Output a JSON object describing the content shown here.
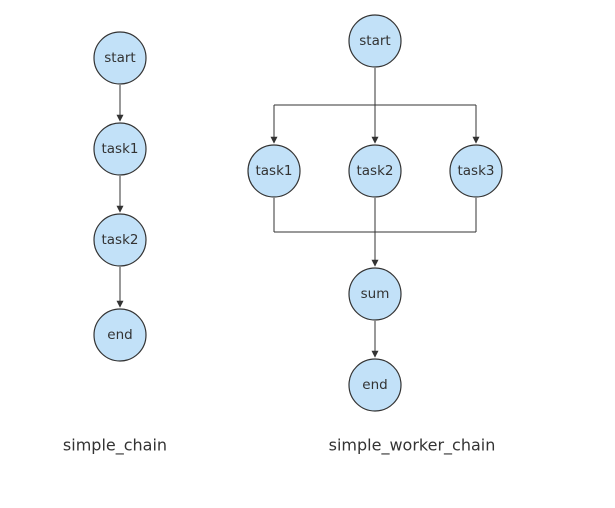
{
  "diagrams": [
    {
      "caption": "simple_chain",
      "nodes": [
        {
          "id": "start",
          "label": "start"
        },
        {
          "id": "task1",
          "label": "task1"
        },
        {
          "id": "task2",
          "label": "task2"
        },
        {
          "id": "end",
          "label": "end"
        }
      ],
      "edges": [
        {
          "from": "start",
          "to": "task1"
        },
        {
          "from": "task1",
          "to": "task2"
        },
        {
          "from": "task2",
          "to": "end"
        }
      ]
    },
    {
      "caption": "simple_worker_chain",
      "nodes": [
        {
          "id": "start",
          "label": "start"
        },
        {
          "id": "task1",
          "label": "task1"
        },
        {
          "id": "task2",
          "label": "task2"
        },
        {
          "id": "task3",
          "label": "task3"
        },
        {
          "id": "sum",
          "label": "sum"
        },
        {
          "id": "end",
          "label": "end"
        }
      ],
      "edges": [
        {
          "from": "start",
          "to": "task1"
        },
        {
          "from": "start",
          "to": "task2"
        },
        {
          "from": "start",
          "to": "task3"
        },
        {
          "from": "task1",
          "to": "sum"
        },
        {
          "from": "task2",
          "to": "sum"
        },
        {
          "from": "task3",
          "to": "sum"
        },
        {
          "from": "sum",
          "to": "end"
        }
      ]
    }
  ],
  "colors": {
    "node_fill": "#c2e1f8",
    "node_stroke": "#333333",
    "edge": "#333333",
    "text": "#333333"
  }
}
